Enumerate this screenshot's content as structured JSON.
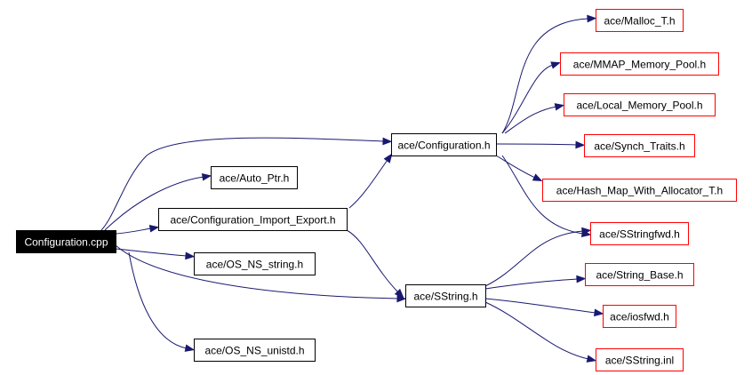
{
  "graph": {
    "colors": {
      "edge": "#191970",
      "root_fill": "#000000",
      "root_text": "#ffffff",
      "documented_border": "#000000",
      "undocumented_border": "#ff0000"
    },
    "nodes": {
      "root": {
        "label": "Configuration.cpp",
        "style": "root"
      },
      "auto_ptr": {
        "label": "ace/Auto_Ptr.h",
        "style": "documented"
      },
      "config_ie": {
        "label": "ace/Configuration_Import_Export.h",
        "style": "documented"
      },
      "os_ns_string": {
        "label": "ace/OS_NS_string.h",
        "style": "documented"
      },
      "os_ns_unistd": {
        "label": "ace/OS_NS_unistd.h",
        "style": "documented"
      },
      "configuration_h": {
        "label": "ace/Configuration.h",
        "style": "documented"
      },
      "sstring_h": {
        "label": "ace/SString.h",
        "style": "documented"
      },
      "malloc_t": {
        "label": "ace/Malloc_T.h",
        "style": "undocumented"
      },
      "mmap_pool": {
        "label": "ace/MMAP_Memory_Pool.h",
        "style": "undocumented"
      },
      "local_pool": {
        "label": "ace/Local_Memory_Pool.h",
        "style": "undocumented"
      },
      "synch_traits": {
        "label": "ace/Synch_Traits.h",
        "style": "undocumented"
      },
      "hash_map": {
        "label": "ace/Hash_Map_With_Allocator_T.h",
        "style": "undocumented"
      },
      "sstringfwd": {
        "label": "ace/SStringfwd.h",
        "style": "undocumented"
      },
      "string_base": {
        "label": "ace/String_Base.h",
        "style": "undocumented"
      },
      "iosfwd": {
        "label": "ace/iosfwd.h",
        "style": "undocumented"
      },
      "sstring_inl": {
        "label": "ace/SString.inl",
        "style": "undocumented"
      }
    },
    "edges": [
      [
        "root",
        "configuration_h"
      ],
      [
        "root",
        "auto_ptr"
      ],
      [
        "root",
        "config_ie"
      ],
      [
        "root",
        "os_ns_string"
      ],
      [
        "root",
        "sstring_h"
      ],
      [
        "root",
        "os_ns_unistd"
      ],
      [
        "config_ie",
        "configuration_h"
      ],
      [
        "config_ie",
        "sstring_h"
      ],
      [
        "configuration_h",
        "malloc_t"
      ],
      [
        "configuration_h",
        "mmap_pool"
      ],
      [
        "configuration_h",
        "local_pool"
      ],
      [
        "configuration_h",
        "synch_traits"
      ],
      [
        "configuration_h",
        "hash_map"
      ],
      [
        "configuration_h",
        "sstringfwd"
      ],
      [
        "sstring_h",
        "sstringfwd"
      ],
      [
        "sstring_h",
        "string_base"
      ],
      [
        "sstring_h",
        "iosfwd"
      ],
      [
        "sstring_h",
        "sstring_inl"
      ]
    ]
  }
}
